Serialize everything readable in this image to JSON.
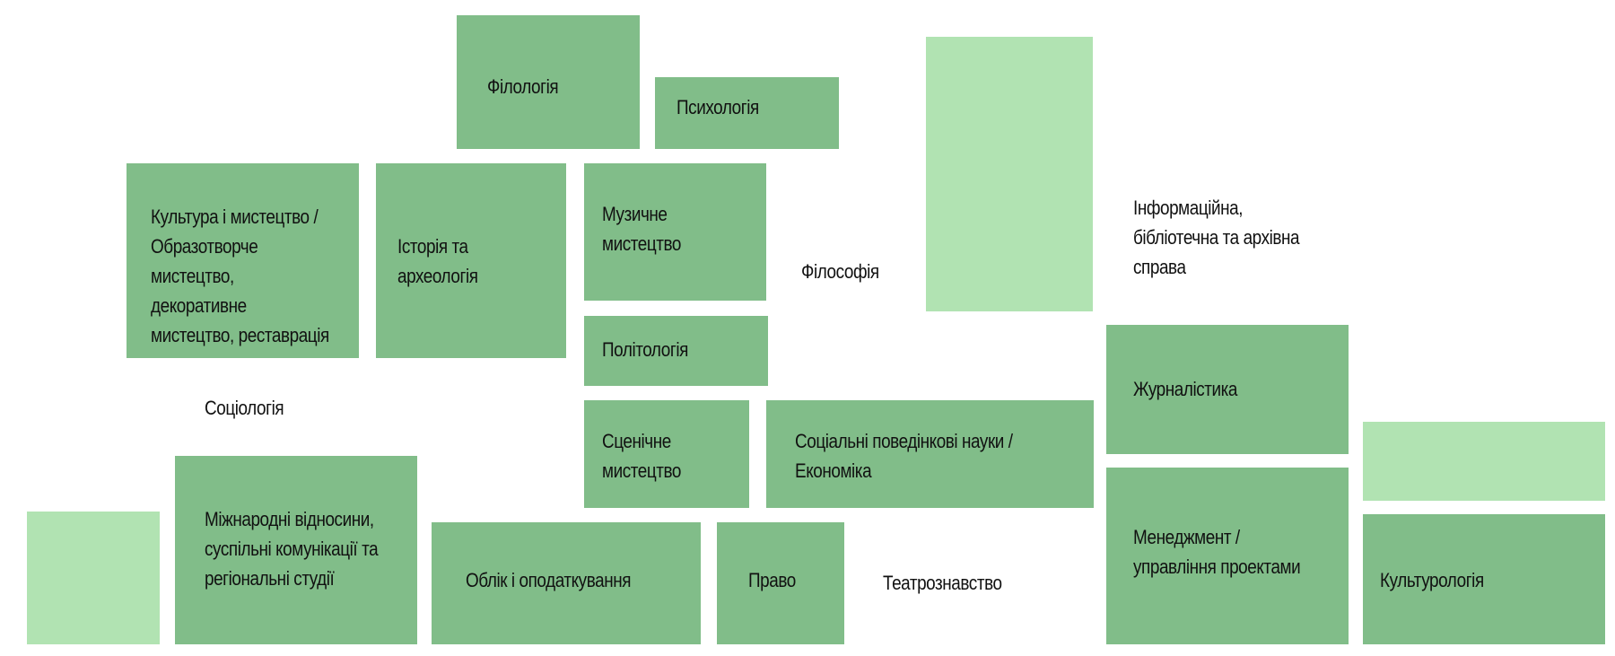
{
  "tiles": {
    "filologiya": "Філологія",
    "psykholohiya": "Психологія",
    "kultura": "Культура і мистецтво /\nОбразотворче\nмистецтво, декоративне\nмистецтво, реставрація",
    "istoriya": "Історія та\nархеологія",
    "muzychne": "Музичне\nмистецтво",
    "politolohiya": "Політологія",
    "stsenichne": "Сценічне\nмистецтво",
    "sotsialni": "Соціальні поведінкові науки /\nЕкономіка",
    "zhurnalistyka": "Журналістика",
    "mizhnarodni": "Міжнародні відносини,\nсуспільні комунікації та\nрегіональні студії",
    "oblik": "Облік і оподаткування",
    "pravo": "Право",
    "menedzhment": "Менеджмент /\nуправління проектами",
    "kulturolohiya": "Культурологія"
  },
  "free_labels": {
    "filosofiya": "Філософія",
    "informatsiina": "Інформаційна,\nбібліотечна та архівна\nсправа",
    "sotsiolohiya": "Соціологія",
    "teatroznavstvo": "Театрознавство"
  },
  "colors": {
    "tile": "#81bd89",
    "tile_light": "#b1e3b2",
    "text": "#111111"
  }
}
